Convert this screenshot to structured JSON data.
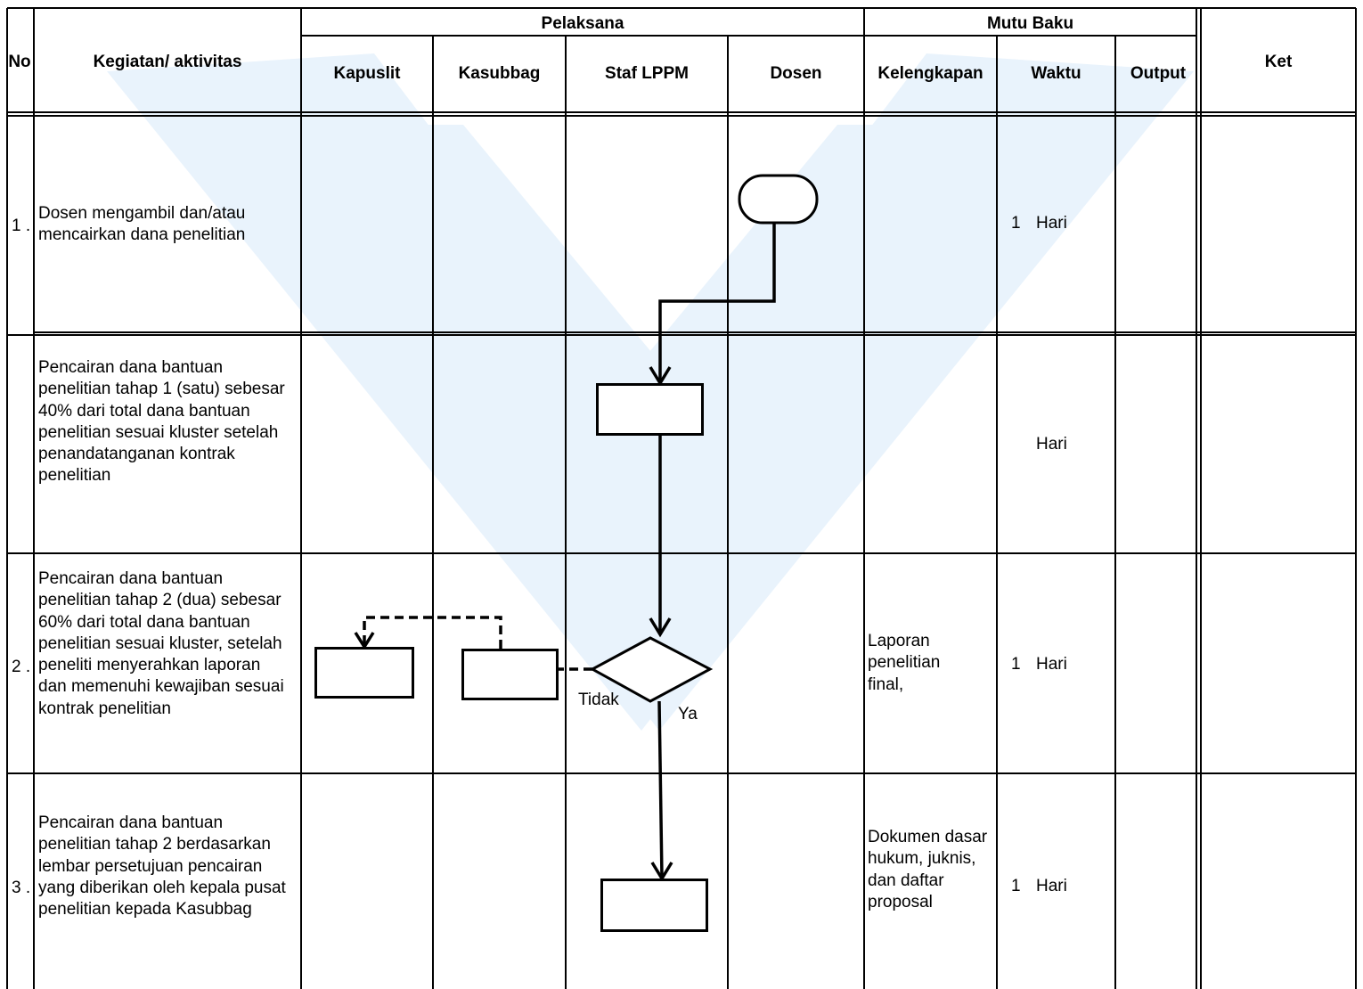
{
  "header": {
    "no": "No",
    "kegiatan": "Kegiatan/ aktivitas",
    "pelaksana": "Pelaksana",
    "mutu_baku": "Mutu Baku",
    "ket": "Ket",
    "kapuslit": "Kapuslit",
    "kasubbag": "Kasubbag",
    "staf_lppm": "Staf LPPM",
    "dosen": "Dosen",
    "kelengkapan": "Kelengkapan",
    "waktu": "Waktu",
    "output": "Output"
  },
  "rows": [
    {
      "no": "1 .",
      "activity": "Dosen mengambil dan/atau mencairkan dana penelitian",
      "kelengkapan": "",
      "waktu_num": "1",
      "waktu_unit": "Hari"
    },
    {
      "no": "",
      "activity": "Pencairan dana bantuan penelitian tahap 1 (satu) sebesar 40% dari total dana bantuan penelitian sesuai kluster setelah penandatanganan kontrak penelitian",
      "kelengkapan": "",
      "waktu_num": "",
      "waktu_unit": "Hari"
    },
    {
      "no": "2 .",
      "activity": "Pencairan dana bantuan penelitian tahap 2 (dua) sebesar 60% dari total dana bantuan penelitian sesuai kluster, setelah peneliti menyerahkan laporan dan memenuhi kewajiban sesuai kontrak penelitian",
      "kelengkapan": "Laporan penelitian final,",
      "waktu_num": "1",
      "waktu_unit": "Hari"
    },
    {
      "no": "3 .",
      "activity": "Pencairan dana bantuan penelitian tahap 2 berdasarkan lembar persetujuan pencairan yang diberikan oleh kepala pusat penelitian kepada Kasubbag",
      "kelengkapan": "Dokumen dasar hukum, juknis, dan daftar proposal",
      "waktu_num": "1",
      "waktu_unit": "Hari"
    }
  ],
  "flow": {
    "label_no": "Tidak",
    "label_yes": "Ya"
  },
  "colors": {
    "line": "#000000",
    "watermark": "#e6f1fb"
  }
}
